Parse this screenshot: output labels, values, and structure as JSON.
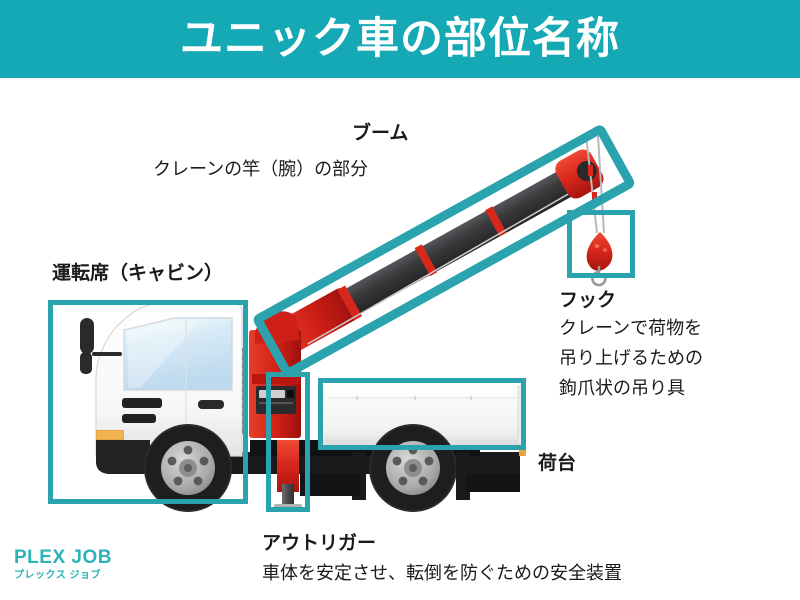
{
  "header": {
    "title": "ユニック車の部位名称",
    "background_color": "#14a9b4",
    "text_color": "#ffffff"
  },
  "theme": {
    "accent_teal": "#14a9b4",
    "box_teal": "#2ba3ae",
    "crane_red": "#d82a20",
    "boom_dark": "#3a3a3c",
    "text_dark": "#1a1a1a",
    "page_background": "#ffffff"
  },
  "callouts": {
    "boom": {
      "title": "ブーム",
      "description": "クレーンの竿（腕）の部分"
    },
    "cabin": {
      "title": "運転席（キャビン）"
    },
    "hook": {
      "title": "フック",
      "description_lines": [
        "クレーンで荷物を",
        "吊り上げるための",
        "鉤爪状の吊り具"
      ]
    },
    "bed": {
      "title": "荷台"
    },
    "outrigger": {
      "title": "アウトリガー",
      "description": "車体を安定させ、転倒を防ぐための安全装置"
    }
  },
  "logo": {
    "main": "PLEX JOB",
    "sub": "プレックス ジョブ",
    "color": "#2bb3b8"
  },
  "illustration": {
    "subject": "unic-crane-truck-side-view",
    "parts": [
      "cabin",
      "crane-base",
      "boom",
      "hook-block",
      "cargo-bed",
      "outrigger-leg",
      "front-wheel",
      "rear-wheel",
      "side-mirror"
    ]
  }
}
